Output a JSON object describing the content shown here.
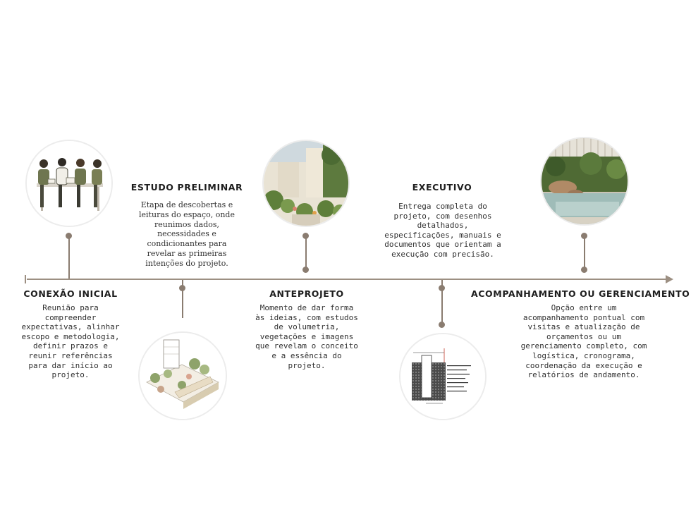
{
  "steps": [
    {
      "id": "conexao",
      "title": "CONEXÃO INICIAL",
      "text": "Reunião para compreender expectativas, alinhar escopo e metodologia, definir prazos e reunir referências para dar início ao projeto.",
      "image_icon": "team-meeting-illustration"
    },
    {
      "id": "estudo",
      "title": "ESTUDO PRELIMINAR",
      "text": "Etapa de descobertas e leituras do espaço, onde reunimos dados, necessidades e condicionantes para revelar as primeiras intenções do projeto.",
      "image_icon": "garden-axonometric-sketch"
    },
    {
      "id": "anteprojeto",
      "title": "ANTEPROJETO",
      "text": "Momento de dar forma às ideias, com estudos de volumetria, vegetações e imagens que revelam o conceito e a essência do projeto.",
      "image_icon": "garden-render-photo"
    },
    {
      "id": "executivo",
      "title": "EXECUTIVO",
      "text": "Entrega completa do projeto, com desenhos detalhados, especificações, manuais e documentos que orientam a execução com precisão.",
      "image_icon": "technical-section-drawing"
    },
    {
      "id": "acompanhamento",
      "title": "ACOMPANHAMENTO OU GERENCIAMENTO",
      "text": "Opção entre um acompanhamento pontual com visitas e atualização de orçamentos ou um gerenciamento completo, com logística, cronograma, coordenação da execução e relatórios de andamento.",
      "image_icon": "pool-garden-photo"
    }
  ],
  "colors": {
    "line": "#9c8f82",
    "stem": "#8a7c70",
    "olive": "#7a7f55",
    "greenery": "#6f8a4a"
  }
}
